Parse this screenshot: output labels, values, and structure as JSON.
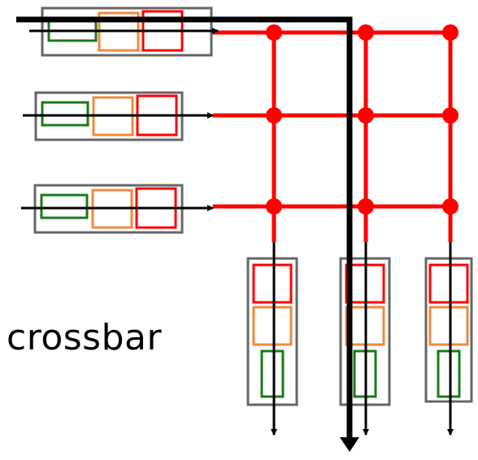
{
  "label": "crossbar",
  "colors": {
    "grid": "#ff0000",
    "buffer_frame": "#666666",
    "slot_green": "#1a7a1a",
    "slot_orange": "#f08a3c",
    "slot_red": "#ff0000",
    "arrow": "#000000"
  },
  "diagram": {
    "input_count": 3,
    "output_count": 3,
    "slots_per_buffer": 3
  }
}
